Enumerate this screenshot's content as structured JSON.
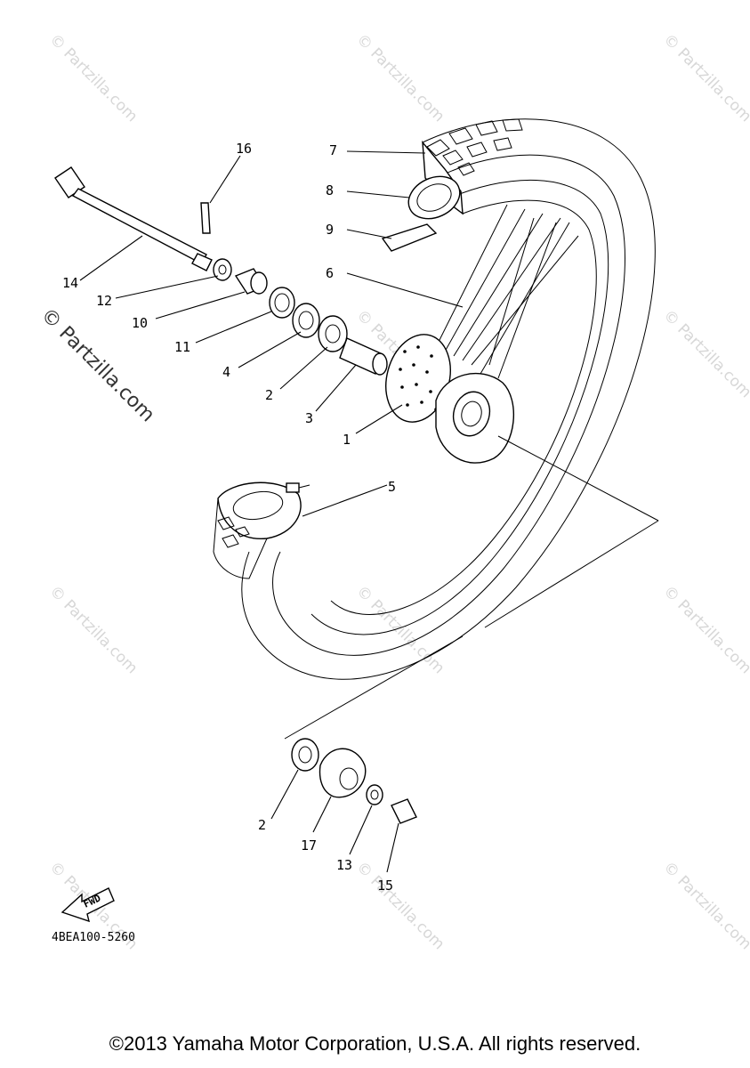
{
  "watermark": {
    "text": "© Partzilla.com",
    "side_text": "© Partzilla.com"
  },
  "callouts": {
    "c1": "1",
    "c2a": "2",
    "c2b": "2",
    "c3": "3",
    "c4": "4",
    "c5": "5",
    "c6": "6",
    "c7": "7",
    "c8": "8",
    "c9": "9",
    "c10": "10",
    "c11": "11",
    "c12": "12",
    "c13": "13",
    "c14": "14",
    "c15": "15",
    "c16": "16",
    "c17": "17"
  },
  "fwd_label": "FWD",
  "diagram_code": "4BEA100-5260",
  "copyright": "©2013 Yamaha Motor Corporation, U.S.A. All rights reserved."
}
